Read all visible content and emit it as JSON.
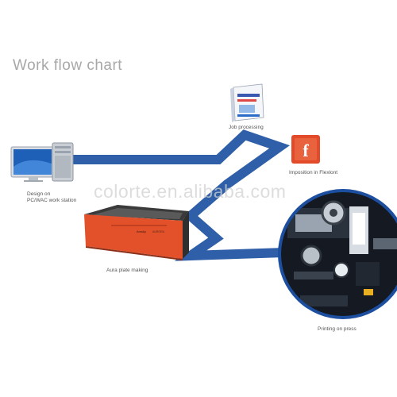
{
  "title": "Work flow chart",
  "watermark": "colorte.en.alibaba.com",
  "steps": [
    {
      "id": "design",
      "label_lines": [
        "Design on",
        "PC/WAC work station"
      ]
    },
    {
      "id": "job",
      "label": "Job processing"
    },
    {
      "id": "imposition",
      "label": "Imposition in Flexlont"
    },
    {
      "id": "plate",
      "label": "Aura plate making"
    },
    {
      "id": "press",
      "label": "Printing on press"
    }
  ],
  "colors": {
    "flow_path": "#2f5fa8",
    "plate_maker": "#e2512a",
    "imposition_icon": "#e24a2a",
    "title": "#a8a8a8",
    "press_ring": "#1d4fa0"
  },
  "icons": {
    "design": "desktop-computer-icon",
    "job": "software-box-icon",
    "imposition": "flexlont-app-icon",
    "plate": "plate-maker-machine-icon",
    "press": "printing-press-photo"
  }
}
